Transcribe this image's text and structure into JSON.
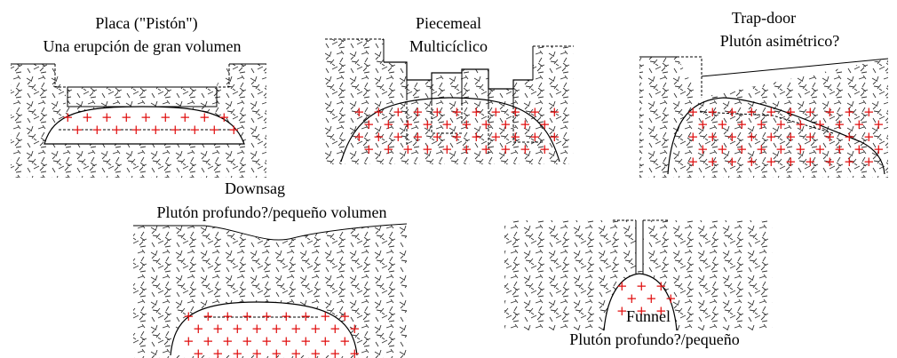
{
  "colors": {
    "ink": "#000000",
    "country_rock": "#333333",
    "pluton_cross": "#e01010",
    "background": "#ffffff"
  },
  "panels": [
    {
      "id": "placa",
      "title": "Placa (\"Pistón\")",
      "subtitle": "Una erupción de gran volumen"
    },
    {
      "id": "piecemeal",
      "title": "Piecemeal",
      "subtitle": "Multicíclico"
    },
    {
      "id": "trapdoor",
      "title": "Trap-door",
      "subtitle": "Plutón asimétrico?"
    },
    {
      "id": "downsag",
      "title": "Downsag",
      "subtitle": "Plutón profundo?/pequeño volumen"
    },
    {
      "id": "funnel",
      "title": "Funnel",
      "subtitle": "Plutón profundo?/pequeño"
    }
  ]
}
